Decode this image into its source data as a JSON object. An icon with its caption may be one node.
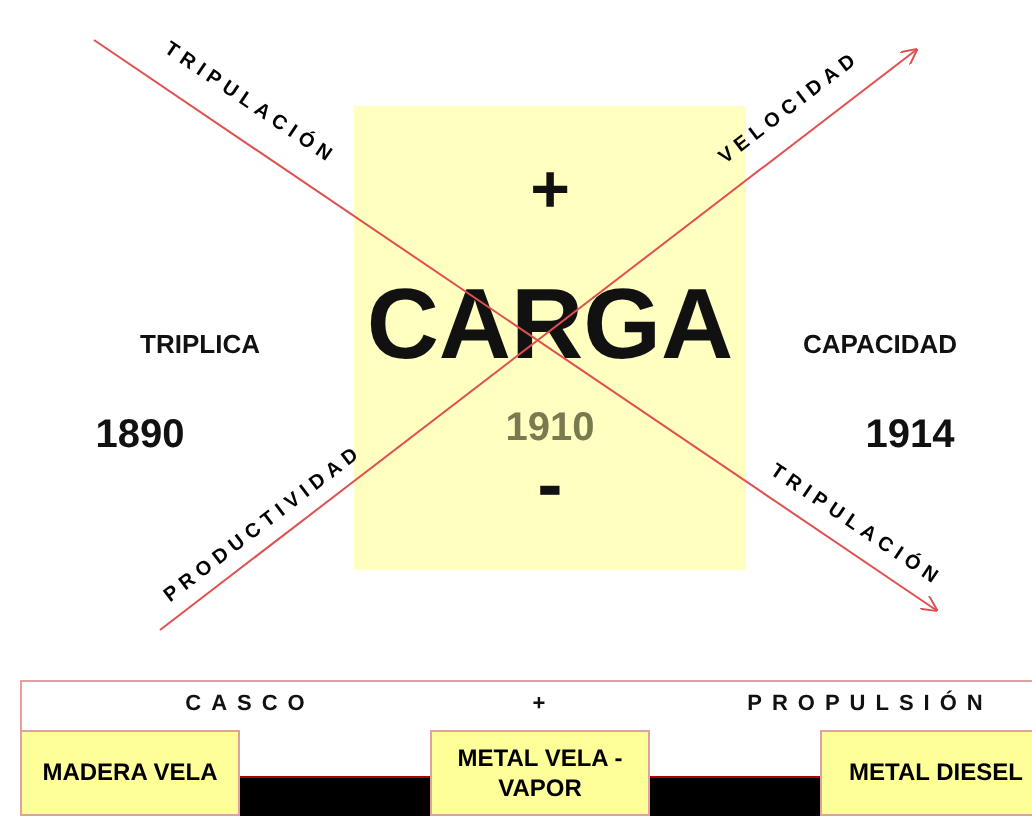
{
  "diagram": {
    "nodes": [
      {
        "text": [
          "+",
          "CARGA",
          "1910",
          "-"
        ]
      }
    ],
    "edges": [],
    "labels": [
      "TRIPULACIÓN",
      "VELOCIDAD",
      "TRIPLICA",
      "CAPACIDAD",
      "1890",
      "1914",
      "PRODUCTIVIDAD",
      "TRIPULACIÓN",
      "CASCO",
      "+",
      "PROPULSIÓN",
      "MADERA VELA",
      "METAL VELA - VAPOR",
      "METAL DIESEL"
    ]
  }
}
